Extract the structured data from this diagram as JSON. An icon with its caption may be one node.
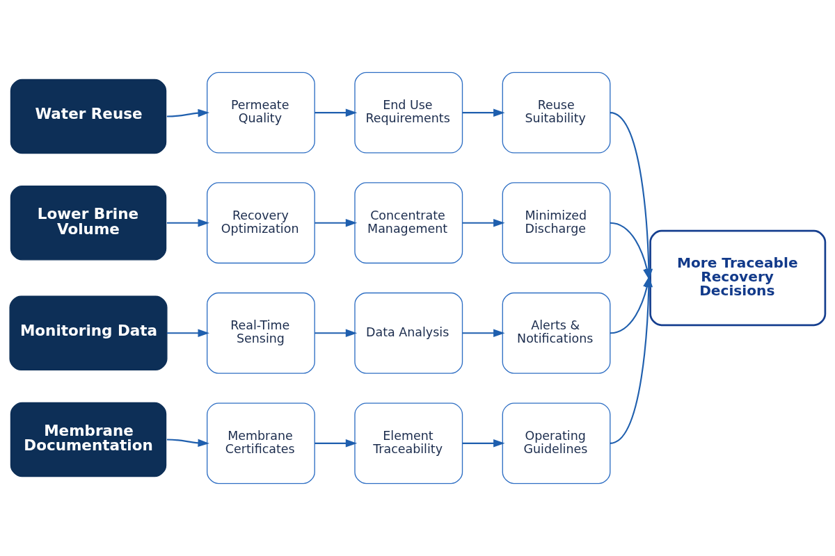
{
  "diagram": {
    "nodes": [
      {
        "text": [
          "Water Reuse"
        ]
      },
      {
        "text": [
          "Permeate Quality"
        ]
      },
      {
        "text": [
          "End Use Requirements"
        ]
      },
      {
        "text": [
          "Reuse Suitability"
        ]
      },
      {
        "text": [
          "Lower Brine Volume"
        ]
      },
      {
        "text": [
          "Recovery Optimization"
        ]
      },
      {
        "text": [
          "Concentrate Management"
        ]
      },
      {
        "text": [
          "Minimized Discharge"
        ]
      },
      {
        "text": [
          "Monitoring Data"
        ]
      },
      {
        "text": [
          "Real-Time Sensing"
        ]
      },
      {
        "text": [
          "Data Analysis"
        ]
      },
      {
        "text": [
          "Alerts & Notifications"
        ]
      },
      {
        "text": [
          "Membrane Documentation"
        ]
      },
      {
        "text": [
          "Membrane Certificates"
        ]
      },
      {
        "text": [
          "Element Traceability"
        ]
      },
      {
        "text": [
          "Operating Guidelines"
        ]
      },
      {
        "text": [
          "More Traceable Recovery Decisions"
        ]
      }
    ],
    "edges": [
      {
        "from": 0,
        "to": 1,
        "arrow": "to"
      },
      {
        "from": 1,
        "to": 2,
        "arrow": "to"
      },
      {
        "from": 2,
        "to": 3,
        "arrow": "to"
      },
      {
        "from": 4,
        "to": 5,
        "arrow": "to"
      },
      {
        "from": 5,
        "to": 6,
        "arrow": "to"
      },
      {
        "from": 6,
        "to": 7,
        "arrow": "to"
      },
      {
        "from": 8,
        "to": 9,
        "arrow": "to"
      },
      {
        "from": 9,
        "to": 10,
        "arrow": "to"
      },
      {
        "from": 10,
        "to": 11,
        "arrow": "to"
      },
      {
        "from": 12,
        "to": 13,
        "arrow": "to"
      },
      {
        "from": 13,
        "to": 14,
        "arrow": "to"
      },
      {
        "from": 14,
        "to": 15,
        "arrow": "to"
      },
      {
        "from": 3,
        "to": 16,
        "arrow": "to"
      },
      {
        "from": 7,
        "to": 16,
        "arrow": "to"
      },
      {
        "from": 11,
        "to": 16,
        "arrow": "to"
      },
      {
        "from": 15,
        "to": 16,
        "arrow": "to"
      }
    ]
  }
}
